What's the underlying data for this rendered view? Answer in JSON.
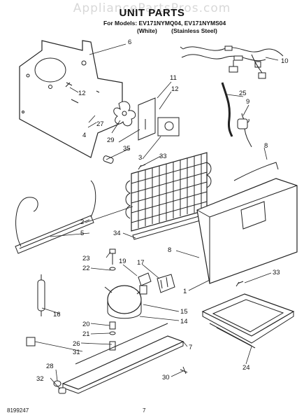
{
  "watermark": "AppliancePartsPros.com",
  "title": "UNIT PARTS",
  "models_line": "For Models: EV171NYMQ04, EV171NYMS04",
  "color_white": "(White)",
  "color_stainless": "(Stainless Steel)",
  "part_numbers": [
    "6",
    "10",
    "11",
    "12",
    "12",
    "27",
    "4",
    "29",
    "25",
    "9",
    "35",
    "3",
    "33",
    "8",
    "2",
    "5",
    "34",
    "8",
    "23",
    "22",
    "19",
    "17",
    "1",
    "33",
    "16",
    "15",
    "14",
    "20",
    "21",
    "7",
    "26",
    "31",
    "24",
    "28",
    "32",
    "30"
  ],
  "footer_code": "8199247",
  "footer_page": "7"
}
